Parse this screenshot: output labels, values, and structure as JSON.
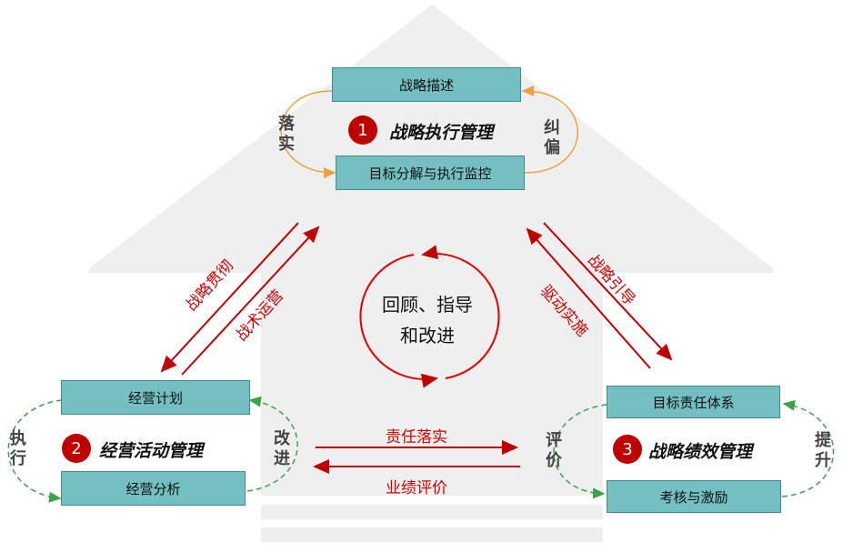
{
  "top": {
    "box_top": "战略描述",
    "box_bottom": "目标分解与执行监控",
    "number": "1",
    "title": "战略执行管理",
    "left_label": [
      "落",
      "实"
    ],
    "right_label": [
      "纠",
      "偏"
    ]
  },
  "left": {
    "box_top": "经营计划",
    "box_bottom": "经营分析",
    "number": "2",
    "title": "经营活动管理",
    "left_label": [
      "执",
      "行"
    ],
    "right_label": [
      "改",
      "进"
    ]
  },
  "right": {
    "box_top": "目标责任体系",
    "box_bottom": "考核与激励",
    "number": "3",
    "title": "战略绩效管理",
    "left_label": [
      "评",
      "价"
    ],
    "right_label": [
      "提",
      "升"
    ]
  },
  "connectors": {
    "left_outer": "战略贯彻",
    "left_inner": "战术运营",
    "right_outer": "战略引导",
    "right_inner": "驱动实施",
    "bottom_top": "责任落实",
    "bottom_bottom": "业绩评价"
  },
  "center": {
    "line1": "回顾、指导",
    "line2": "和改进"
  },
  "colors": {
    "box_fill": "#74bfc2",
    "accent_red": "#c00000",
    "arrow_red": "#d40000",
    "orange": "#f0a040",
    "green": "#3aa34a",
    "house_gray": "#f0f0f0"
  }
}
